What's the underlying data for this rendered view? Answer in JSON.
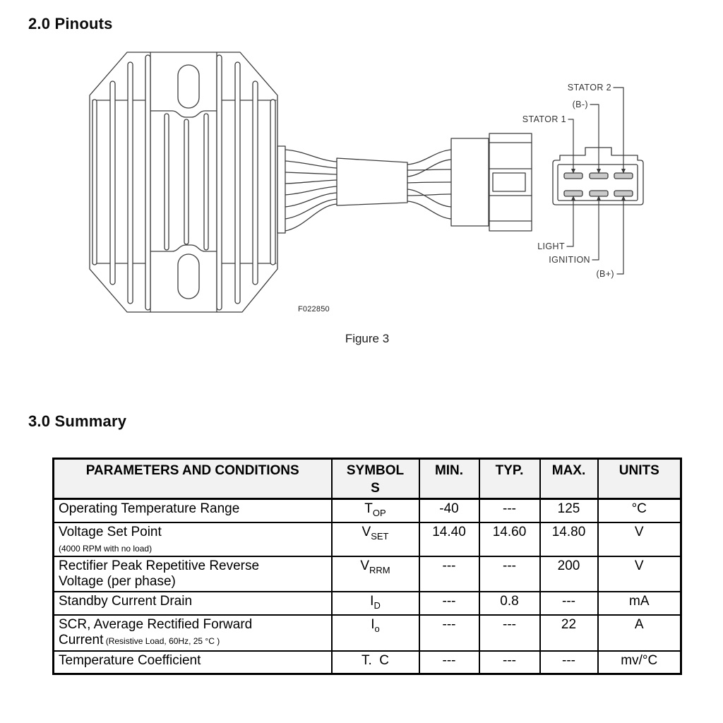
{
  "page": {
    "section1_title": "2.0 Pinouts",
    "section2_title": "3.0 Summary",
    "figure_caption": "Figure 3",
    "drawing_code": "F022850"
  },
  "diagram": {
    "labels": {
      "stator2": "STATOR 2",
      "b_minus": "(B-)",
      "stator1": "STATOR 1",
      "light": "LIGHT",
      "ignition": "IGNITION",
      "b_plus": "(B+)"
    }
  },
  "table": {
    "headers": [
      "PARAMETERS AND CONDITIONS",
      "SYMBOL\nS",
      "MIN.",
      "TYP.",
      "MAX.",
      "UNITS"
    ],
    "rows": [
      {
        "param": "Operating Temperature Range",
        "param2": "",
        "note": "",
        "symbol_main": "T",
        "symbol_sub": "OP",
        "min": "-40",
        "typ": "---",
        "max": "125",
        "units": "°C"
      },
      {
        "param": "Voltage Set Point",
        "param2": "",
        "note": "(4000 RPM with no load)",
        "symbol_main": "V",
        "symbol_sub": "SET",
        "min": "14.40",
        "typ": "14.60",
        "max": "14.80",
        "units": "V"
      },
      {
        "param": "Rectifier Peak Repetitive Reverse",
        "param2": "Voltage (per phase)",
        "note": "",
        "symbol_main": "V",
        "symbol_sub": "RRM",
        "min": "---",
        "typ": "---",
        "max": "200",
        "units": "V"
      },
      {
        "param": "Standby Current Drain",
        "param2": "",
        "note": "",
        "symbol_main": "I",
        "symbol_sub": "D",
        "min": "---",
        "typ": "0.8",
        "max": "---",
        "units": "mA"
      },
      {
        "param": "SCR, Average Rectified Forward",
        "param2": "Current",
        "note": " (Resistive Load, 60Hz, 25 °C )",
        "symbol_main": "I",
        "symbol_sub": "o",
        "min": "---",
        "typ": "---",
        "max": "22",
        "units": "A"
      },
      {
        "param": "Temperature Coefficient",
        "param2": "",
        "note": "",
        "symbol_main": "T.  C",
        "symbol_sub": "",
        "min": "---",
        "typ": "---",
        "max": "---",
        "units": "mv/°C"
      }
    ]
  }
}
